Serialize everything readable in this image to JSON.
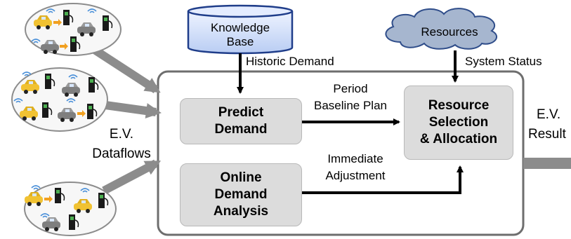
{
  "knowledge_base": {
    "line1": "Knowledge",
    "line2": "Base"
  },
  "resources": "Resources",
  "historic_demand": "Historic Demand",
  "system_status": "System Status",
  "period_baseline": {
    "line1": "Period",
    "line2": "Baseline Plan"
  },
  "immediate_adjustment": {
    "line1": "Immediate",
    "line2": "Adjustment"
  },
  "predict_demand": "Predict\nDemand",
  "online_demand": "Online\nDemand\nAnalysis",
  "resource_selection": "Resource\nSelection\n& Allocation",
  "ev_dataflows": {
    "line1": "E.V.",
    "line2": "Dataflows"
  },
  "ev_results": {
    "line1": "E.V.",
    "line2": "Result"
  },
  "colors": {
    "box_fill": "#dcdcdc",
    "kb_fill": "#cfdcf6",
    "kb_stroke": "#1f3d8a",
    "cloud_fill": "#a6b6cf",
    "cloud_stroke": "#2f4d8a",
    "gray_arrow": "#8c8c8c",
    "car_yellow": "#f1c232",
    "car_gray": "#7f7f7f"
  }
}
